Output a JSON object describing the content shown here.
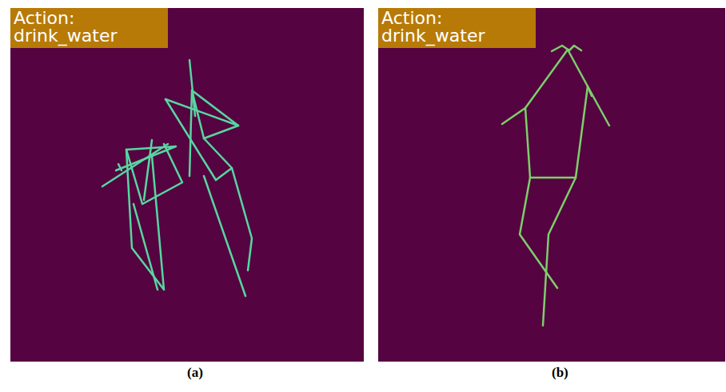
{
  "diagram": {
    "nodes": [
      {
        "text": [
          "Action: drink_water"
        ]
      },
      {
        "text": [
          "Action: drink_water"
        ]
      }
    ],
    "labels": [
      "(a)",
      "(b)"
    ]
  }
}
